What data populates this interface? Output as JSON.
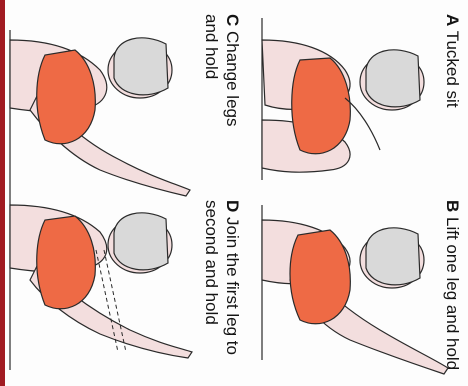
{
  "captions": {
    "a": {
      "letter": "A",
      "text": "Tucked sit"
    },
    "b": {
      "letter": "B",
      "text": "Lift one leg and hold"
    },
    "c": {
      "letter": "C",
      "text": "Change legs",
      "text2": "and hold"
    },
    "d": {
      "letter": "D",
      "text": "Join the first leg to",
      "text2": "second and hold"
    }
  },
  "colors": {
    "costume": "#ee6a45",
    "skin": "#f3dede",
    "outline": "#2a2a2a",
    "cap": "#d9d9d9",
    "edge": "#a11b22"
  }
}
